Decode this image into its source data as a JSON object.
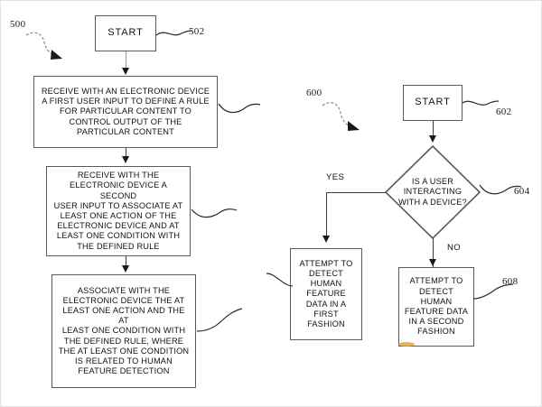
{
  "figure": {
    "title": "Patent flowcharts 500 and 600",
    "line_color": "#3b3b3b",
    "box_border_color": "#5a5a5a",
    "text_color": "#111111",
    "background": "#ffffff",
    "artifact_color": "#e8a33d"
  },
  "flow_500": {
    "ref": "500",
    "start": {
      "label": "START",
      "ref": "502"
    },
    "steps": [
      {
        "id": "step-504",
        "label": "RECEIVE WITH AN ELECTRONIC DEVICE A FIRST USER INPUT TO DEFINE A RULE FOR PARTICULAR CONTENT TO CONTROL OUTPUT OF THE PARTICULAR CONTENT",
        "lines": [
          "RECEIVE WITH AN ELECTRONIC DEVICE",
          "A FIRST USER INPUT TO DEFINE A RULE",
          "FOR PARTICULAR CONTENT TO",
          "CONTROL OUTPUT OF THE",
          "PARTICULAR CONTENT"
        ]
      },
      {
        "id": "step-506",
        "label": "RECEIVE WITH THE ELECTRONIC DEVICE A SECOND USER INPUT TO ASSOCIATE AT LEAST ONE ACTION OF THE ELECTRONIC DEVICE AND AT LEAST ONE CONDITION WITH THE DEFINED RULE",
        "lines": [
          "RECEIVE WITH THE",
          "ELECTRONIC DEVICE A SECOND",
          "USER INPUT TO ASSOCIATE AT",
          "LEAST ONE ACTION OF THE",
          "ELECTRONIC DEVICE AND AT",
          "LEAST ONE CONDITION WITH",
          "THE DEFINED RULE"
        ]
      },
      {
        "id": "step-508",
        "label": "ASSOCIATE WITH THE ELECTRONIC DEVICE THE AT LEAST ONE ACTION AND THE AT LEAST ONE CONDITION WITH THE DEFINED RULE, WHERE THE AT LEAST ONE CONDITION IS RELATED TO HUMAN FEATURE DETECTION",
        "lines": [
          "ASSOCIATE WITH THE",
          "ELECTRONIC DEVICE THE AT",
          "LEAST ONE ACTION AND THE AT",
          "LEAST ONE CONDITION WITH",
          "THE DEFINED RULE, WHERE",
          "THE AT LEAST ONE CONDITION",
          "IS RELATED TO HUMAN",
          "FEATURE DETECTION"
        ]
      }
    ]
  },
  "flow_600": {
    "ref": "600",
    "start": {
      "label": "START",
      "ref": "602"
    },
    "decision": {
      "id": "decision-604",
      "ref": "604",
      "label": "IS A USER INTERACTING WITH A DEVICE?",
      "lines": [
        "IS A USER",
        "INTERACTING",
        "WITH A DEVICE?"
      ],
      "yes_label": "YES",
      "no_label": "NO"
    },
    "branches": [
      {
        "id": "step-606",
        "ref": "",
        "label": "ATTEMPT TO DETECT HUMAN FEATURE DATA IN A FIRST FASHION",
        "lines": [
          "ATTEMPT TO",
          "DETECT",
          "HUMAN",
          "FEATURE",
          "DATA IN A",
          "FIRST",
          "FASHION"
        ]
      },
      {
        "id": "step-608",
        "ref": "608",
        "label": "ATTEMPT TO DETECT HUMAN FEATURE DATA IN A SECOND FASHION",
        "lines": [
          "ATTEMPT TO",
          "DETECT",
          "HUMAN",
          "FEATURE DATA",
          "IN A SECOND",
          "FASHION"
        ]
      }
    ]
  }
}
